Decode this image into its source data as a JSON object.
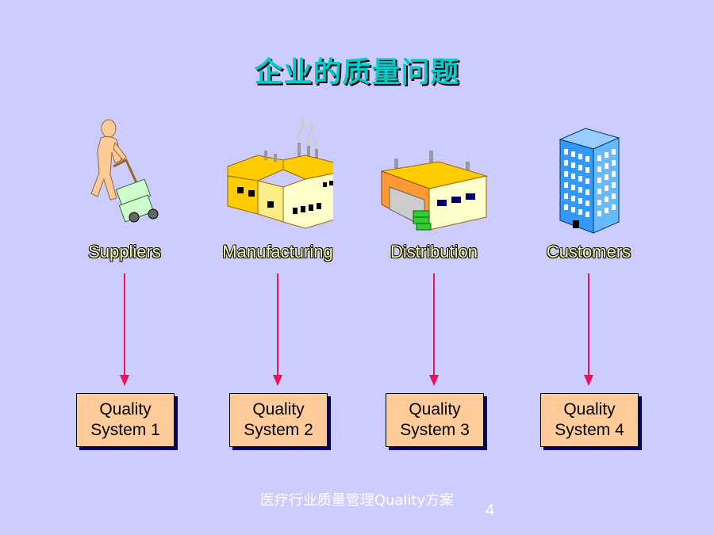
{
  "slide": {
    "title": "企业的质量问题",
    "footer": "医疗行业质量管理Quality方案",
    "page_number": "4"
  },
  "stages": [
    {
      "label": "Suppliers",
      "icon": "person-hand-truck-icon",
      "quality_line1": "Quality",
      "quality_line2": "System 1"
    },
    {
      "label": "Manufacturing",
      "icon": "factory-icon",
      "quality_line1": "Quality",
      "quality_line2": "System 2"
    },
    {
      "label": "Distribution",
      "icon": "warehouse-icon",
      "quality_line1": "Quality",
      "quality_line2": "System 3"
    },
    {
      "label": "Customers",
      "icon": "office-building-icon",
      "quality_line1": "Quality",
      "quality_line2": "System 4"
    }
  ],
  "colors": {
    "background": "#ccccff",
    "title": "#00cccc",
    "stage_label": "#ffff99",
    "arrow": "#ee1155",
    "box_fill": "#ffcc99",
    "box_shadow": "#000066"
  }
}
